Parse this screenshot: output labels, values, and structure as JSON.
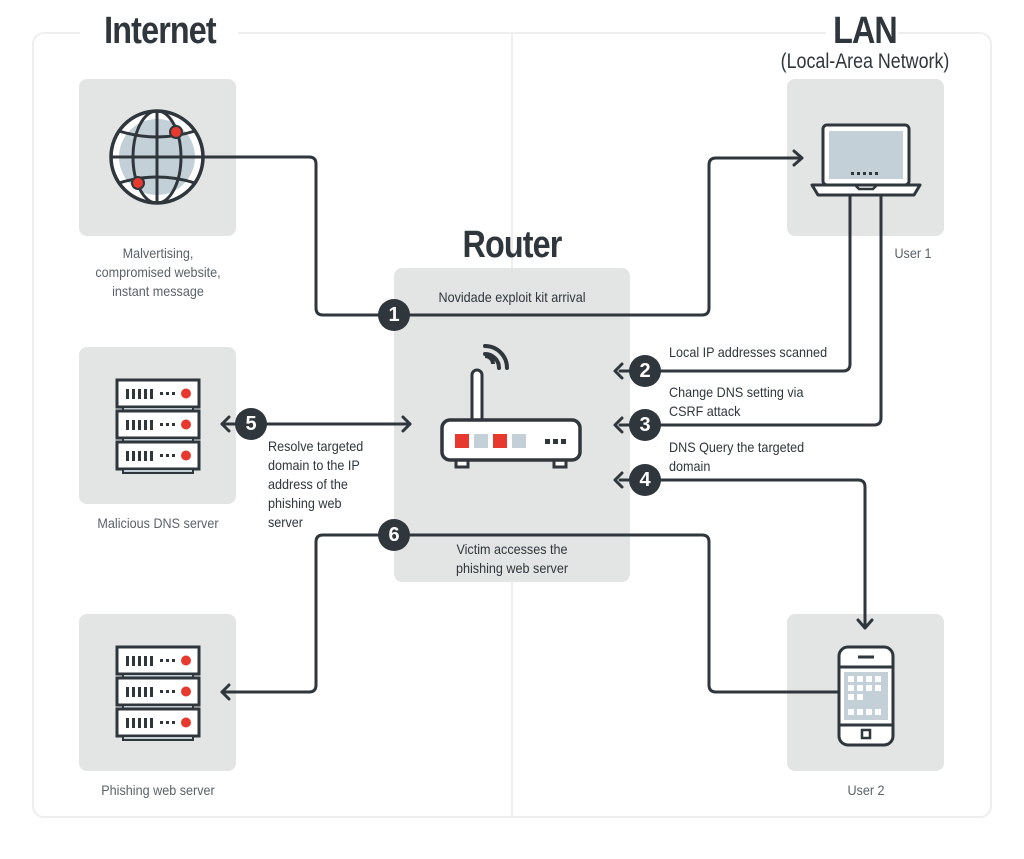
{
  "sections": {
    "internet": {
      "title": "Internet"
    },
    "lan": {
      "title": "LAN",
      "subtitle": "(Local-Area Network)"
    },
    "router": {
      "title": "Router"
    }
  },
  "nodes": {
    "web": {
      "icon": "globe-icon",
      "caption_lines": [
        "Malvertising,",
        "compromised website,",
        "instant message"
      ]
    },
    "dns_server": {
      "icon": "server-rack-icon",
      "caption": "Malicious DNS server"
    },
    "phishing_server": {
      "icon": "server-rack-icon",
      "caption": "Phishing web server"
    },
    "user1": {
      "icon": "laptop-icon",
      "caption": "User 1"
    },
    "user2": {
      "icon": "smartphone-icon",
      "caption": "User 2"
    },
    "router": {
      "icon": "wifi-router-icon"
    }
  },
  "steps": [
    {
      "number": "1",
      "label": "Novidade exploit kit arrival"
    },
    {
      "number": "2",
      "label": "Local IP addresses scanned"
    },
    {
      "number": "3",
      "label_lines": [
        "Change DNS setting via",
        "CSRF attack"
      ]
    },
    {
      "number": "4",
      "label_lines": [
        "DNS Query the targeted",
        "domain"
      ]
    },
    {
      "number": "5",
      "label_lines": [
        "Resolve targeted",
        "domain to the IP",
        "address of the",
        "phishing web",
        "server"
      ]
    },
    {
      "number": "6",
      "label_lines": [
        "Victim accesses the",
        "phishing web server"
      ]
    }
  ],
  "colors": {
    "ink": "#2f363c",
    "accent_red": "#e8392f",
    "screen_blue": "#c3d0d7",
    "tile_gray": "#e3e4e4",
    "frame_gray": "#eeeeee"
  }
}
